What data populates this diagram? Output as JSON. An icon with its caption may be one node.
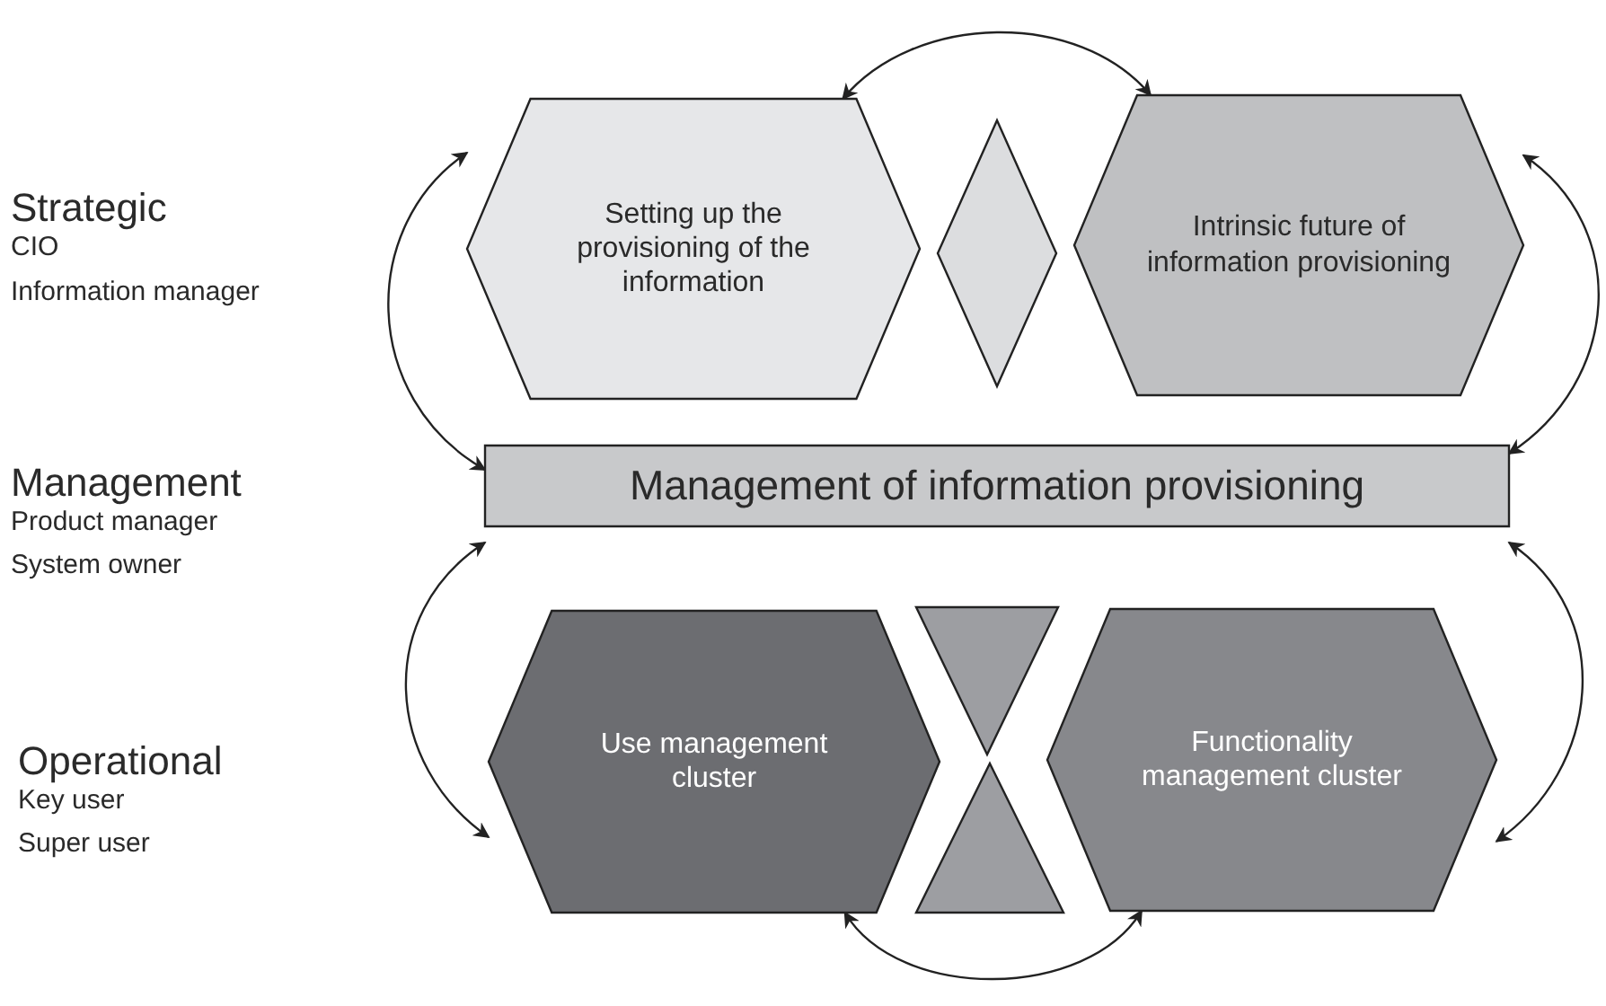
{
  "diagram": {
    "nodes": [
      {
        "text": [
          "Setting up the provisioning of the information"
        ]
      },
      {
        "text": [],
        "shape": "diamond"
      },
      {
        "text": [
          "Intrinsic future of information provisioning"
        ]
      },
      {
        "text": [
          "Management of information provisioning"
        ]
      },
      {
        "text": [
          "Use management cluster"
        ]
      },
      {
        "text": [],
        "shape": "triangle"
      },
      {
        "text": [],
        "shape": "triangle"
      },
      {
        "text": [
          "Functionality management cluster"
        ]
      }
    ],
    "edges": [
      {
        "from": 0,
        "to": 2,
        "arrow": "both"
      },
      {
        "from": 0,
        "to": 3,
        "arrow": "both"
      },
      {
        "from": 2,
        "to": 3,
        "arrow": "both"
      },
      {
        "from": 3,
        "to": 4,
        "arrow": "both"
      },
      {
        "from": 3,
        "to": 7,
        "arrow": "both"
      },
      {
        "from": 4,
        "to": 7,
        "arrow": "both"
      }
    ],
    "labels": [
      "Strategic",
      "CIO",
      "Information manager",
      "Management",
      "Product manager",
      "System owner",
      "Operational",
      "Key user",
      "Super user"
    ]
  }
}
